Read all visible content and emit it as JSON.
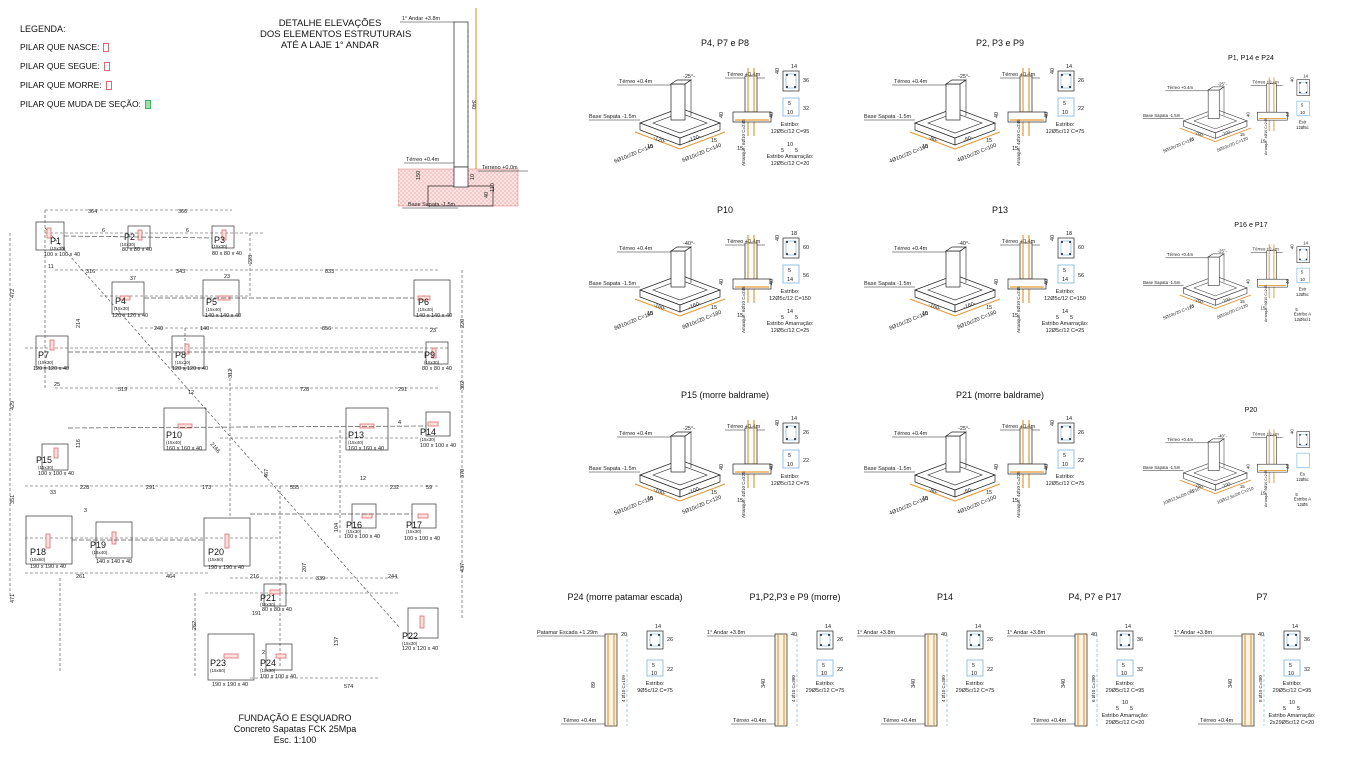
{
  "legend": {
    "title": "LEGENDA:",
    "items": [
      {
        "label": "PILAR QUE NASCE:",
        "color": "#e06b6b"
      },
      {
        "label": "PILAR QUE SEGUE:",
        "color": "#e06b6b"
      },
      {
        "label": "PILAR QUE MORRE:",
        "color": "#e06b6b"
      },
      {
        "label": "PILAR QUE MUDA DE SEÇÃO:",
        "color": "#3cb55e"
      }
    ]
  },
  "elevation_detail": {
    "title_lines": [
      "DETALHE ELEVAÇÕES",
      "DOS ELEMENTOS ESTRUTURAIS",
      "ATÉ A LAJE 1° ANDAR"
    ],
    "levels": {
      "first_floor": "1° Andar +3.8m",
      "ground": "Térreo +0.4m",
      "terrain": "Terreno +0.0m",
      "base": "Base Sapata -1.5m"
    },
    "dims": [
      "340",
      "150",
      "10",
      "110",
      "40"
    ]
  },
  "plan": {
    "caption_lines": [
      "FUNDAÇÃO E ESQUADRO",
      "Concreto Sapatas FCK 25Mpa",
      "Esc. 1:100"
    ],
    "pillars": [
      {
        "name": "P1",
        "size": "100 x 100 x 40",
        "sub": "(15x30)"
      },
      {
        "name": "P2",
        "size": "80 x 80 x 40",
        "sub": "(15x30)"
      },
      {
        "name": "P3",
        "size": "80 x 80 x 40",
        "sub": "(15x30)"
      },
      {
        "name": "P4",
        "size": "120 x 120 x 40",
        "sub": "(15x30)"
      },
      {
        "name": "P5",
        "size": "140 x 140 x 40",
        "sub": "(15x40)"
      },
      {
        "name": "P6",
        "size": "140 x 140 x 40",
        "sub": "(15x40)"
      },
      {
        "name": "P7",
        "size": "120 x 120 x 40",
        "sub": "(15x30)"
      },
      {
        "name": "P8",
        "size": "120 x 120 x 40",
        "sub": "(15x30)"
      },
      {
        "name": "P9",
        "size": "80 x 80 x 40",
        "sub": "(15x30)"
      },
      {
        "name": "P10",
        "size": "160 x 160 x 40",
        "sub": "(15x40)"
      },
      {
        "name": "P13",
        "size": "160 x 160 x 40",
        "sub": "(15x40)"
      },
      {
        "name": "P14",
        "size": "100 x 100 x 40",
        "sub": "(15x30)"
      },
      {
        "name": "P15",
        "size": "100 x 100 x 40",
        "sub": "(15x30)"
      },
      {
        "name": "P16",
        "size": "100 x 100 x 40",
        "sub": "(15x30)"
      },
      {
        "name": "P17",
        "size": "100 x 100 x 40",
        "sub": "(15x30)"
      },
      {
        "name": "P18",
        "size": "190 x 190 x 40",
        "sub": "(15x60)"
      },
      {
        "name": "P19",
        "size": "140 x 140 x 40",
        "sub": "(15x40)"
      },
      {
        "name": "P20",
        "size": "190 x 190 x 40",
        "sub": "(15x60)"
      },
      {
        "name": "P21",
        "size": "80 x 80 x 40",
        "sub": "(15x30)"
      },
      {
        "name": "P22",
        "size": "120 x 120 x 40",
        "sub": "(15x30)"
      },
      {
        "name": "P23",
        "size": "190 x 190 x 40",
        "sub": "(15x60)"
      },
      {
        "name": "P24",
        "size": "100 x 100 x 40",
        "sub": "(15x30)"
      }
    ],
    "dims": [
      "364",
      "366",
      "6",
      "6",
      "11",
      "316",
      "343",
      "833",
      "37",
      "23",
      "228",
      "472",
      "214",
      "240",
      "140",
      "856",
      "23",
      "220",
      "25",
      "519",
      "12",
      "312",
      "728",
      "291",
      "302",
      "429",
      "116",
      "4",
      "2166",
      "228",
      "291",
      "173",
      "467",
      "555",
      "12",
      "232",
      "59",
      "370",
      "33",
      "351",
      "3",
      "104",
      "261",
      "464",
      "216",
      "339",
      "244",
      "437",
      "207",
      "471",
      "191",
      "262",
      "2",
      "137",
      "574"
    ]
  },
  "footings": [
    {
      "title": "P4, P7 e P8",
      "terreo": "Térreo +0.4m",
      "base": "Base Sapata -1.5m",
      "w": "-120-",
      "bars_a": "6Ø10c/20 C=140",
      "bars_b": "6Ø10c/20 C=140",
      "arranque": "Arranque: 6Ø10 C=245",
      "d1": "14",
      "d2": "36",
      "d3": "5",
      "d4": "32",
      "d5": "10",
      "estribo": "Estribo:",
      "estribo_v": "12Ø5c/12 C=95",
      "amarr_d": "10",
      "amarr_d2": "5",
      "amarr_d3": "5",
      "amarracao": "Estribo Amarração:",
      "amarracao_v": "12Ø5c/12 C=20",
      "h": "40",
      "c": "15",
      "ang": "-25°-"
    },
    {
      "title": "P2, P3 e P9",
      "terreo": "Térreo +0.4m",
      "base": "Base Sapata -1.5m",
      "w": "-80-",
      "bars_a": "4Ø10c/20 C=100",
      "bars_b": "4Ø10c/20 C=100",
      "arranque": "Arranque: 4Ø10 C=245",
      "d1": "14",
      "d2": "26",
      "d3": "5",
      "d4": "22",
      "d5": "10",
      "estribo": "Estribo:",
      "estribo_v": "12Ø5c/12 C=75",
      "h": "40",
      "c": "15",
      "ang": "-25°-"
    },
    {
      "title": "P1, P14 e P24",
      "terreo": "Térreo +0.4m",
      "base": "Base Sapata -1.5m",
      "w": "-100-",
      "bars_a": "5Ø10c/20 C=120",
      "bars_b": "5Ø10c/20 C=120",
      "arranque": "Arranque: 4Ø10 C=245",
      "d1": "14",
      "d2": "",
      "d3": "5",
      "d4": "",
      "d5": "10",
      "estribo": "Estr",
      "estribo_v": "12Ø5c",
      "h": "40",
      "c": "15",
      "ang": "-25°-"
    },
    {
      "title": "P10",
      "terreo": "Térreo +0.4m",
      "base": "Base Sapata -1.5m",
      "w": "-160-",
      "bars_a": "8Ø10c/20 C=180",
      "bars_b": "8Ø10c/20 C=180",
      "arranque": "Arranque: 6Ø10 C=245",
      "d1": "18",
      "d2": "60",
      "d3": "5",
      "d4": "56",
      "d5": "14",
      "estribo": "Estribo:",
      "estribo_v": "12Ø5c/12 C=150",
      "amarr_d": "14",
      "amarr_d2": "5",
      "amarr_d3": "5",
      "amarracao": "Estribo Amarração:",
      "amarracao_v": "12Ø5c/12 C=25",
      "h": "40",
      "c": "15",
      "ang": "-40°-"
    },
    {
      "title": "P13",
      "terreo": "Térreo +0.4m",
      "base": "Base Sapata -1.5m",
      "w": "-160-",
      "bars_a": "8Ø10c/20 C=180",
      "bars_b": "8Ø10c/20 C=180",
      "arranque": "Arranque: 6Ø10 C=245",
      "d1": "18",
      "d2": "60",
      "d3": "5",
      "d4": "56",
      "d5": "14",
      "estribo": "Estribo:",
      "estribo_v": "12Ø5c/12 C=150",
      "amarr_d": "14",
      "amarr_d2": "5",
      "amarr_d3": "5",
      "amarracao": "Estribo Amarração:",
      "amarracao_v": "12Ø5c/12 C=25",
      "h": "40",
      "c": "15",
      "ang": "-40°-"
    },
    {
      "title": "P16 e P17",
      "terreo": "Térreo +0.4m",
      "base": "Base Sapata -1.5m",
      "w": "-100-",
      "bars_a": "5Ø10c/20 C=120",
      "bars_b": "5Ø10c/20 C=120",
      "arranque": "Arranque: 6Ø10 C=245",
      "d1": "14",
      "d2": "",
      "d3": "5",
      "d4": "",
      "d5": "10",
      "estribo": "Estr",
      "estribo_v": "12Ø5c",
      "amarr_d": "",
      "amarr_d2": "5",
      "amarr_d3": "",
      "amarracao": "Estribo A",
      "amarracao_v": "12Ø5c/1",
      "h": "40",
      "c": "15",
      "ang": "-25°-"
    },
    {
      "title": "P15  (morre baldrame)",
      "terreo": "Térreo +0.4m",
      "base": "Base Sapata -1.5m",
      "w": "-100-",
      "bars_a": "5Ø10c/20 C=120",
      "bars_b": "5Ø10c/20 C=120",
      "arranque": "Arranque: 4Ø10 C=225",
      "d1": "14",
      "d2": "26",
      "d3": "5",
      "d4": "22",
      "d5": "10",
      "estribo": "Estribo:",
      "estribo_v": "12Ø5c/12 C=75",
      "h": "40",
      "c": "15",
      "ang": "-25°-"
    },
    {
      "title": "P21 (morre baldrame)",
      "terreo": "Térreo +0.4m",
      "base": "Base Sapata -1.5m",
      "w": "-80-",
      "bars_a": "4Ø10c/20 C=100",
      "bars_b": "4Ø10c/20 C=100",
      "arranque": "Arranque: 4Ø10 C=225",
      "d1": "14",
      "d2": "26",
      "d3": "5",
      "d4": "22",
      "d5": "10",
      "estribo": "Estribo:",
      "estribo_v": "12Ø5c/12 C=75",
      "h": "40",
      "c": "15",
      "ang": "-25°-"
    },
    {
      "title": "P20",
      "terreo": "Térreo +0.4m",
      "base": "Base Sapata -1.5m",
      "w": "-190-",
      "bars_a": "10Ø12.5c/20 C=210",
      "bars_b": "10Ø12.5c/20 C=210",
      "arranque": "Arranque: 6Ø10 C=245",
      "d1": "",
      "d2": "",
      "d3": "",
      "d4": "",
      "d5": "",
      "estribo": "Es",
      "estribo_v": "12Ø5c",
      "amarr_d": "",
      "amarr_d2": "5",
      "amarr_d3": "",
      "amarracao": "Estribo A",
      "amarracao_v": "12Ø5",
      "h": "40",
      "c": "15",
      "ang": "-40°-"
    }
  ],
  "columns": [
    {
      "title": "P24 (morre patamar escada)",
      "top": "Patamar Escada +1.29m",
      "bottom": "Térreo +0.4m",
      "h": "89",
      "bars": "4 Ø10 C=109",
      "d_top": "20",
      "d1": "14",
      "d2": "26",
      "d3": "5",
      "d4": "22",
      "d5": "10",
      "estribo": "Estribo:",
      "estribo_v": "9Ø5c/12 C=75"
    },
    {
      "title": "P1,P2,P3 e P9 (morre)",
      "top": "1° Andar +3.8m",
      "bottom": "Térreo +0.4m",
      "h": "340",
      "bars": "4 Ø10 C=380",
      "d_top": "40",
      "d1": "14",
      "d2": "26",
      "d3": "5",
      "d4": "22",
      "d5": "10",
      "estribo": "Estribo:",
      "estribo_v": "29Ø5c/12 C=75"
    },
    {
      "title": "P14",
      "top": "1° Andar +3.8m",
      "bottom": "Térreo +0.4m",
      "h": "340",
      "bars": "4 Ø10 C=380",
      "d_top": "40",
      "d1": "14",
      "d2": "26",
      "d3": "5",
      "d4": "22",
      "d5": "10",
      "estribo": "Estribo:",
      "estribo_v": "29Ø5c/12 C=75"
    },
    {
      "title": "P4, P7 e P17",
      "top": "1° Andar +3.8m",
      "bottom": "Térreo +0.4m",
      "h": "340",
      "bars": "6 Ø10 C=380",
      "d_top": "40",
      "d1": "14",
      "d2": "36",
      "d3": "5",
      "d4": "32",
      "d5": "10",
      "estribo": "Estribo:",
      "estribo_v": "29Ø5c/12 C=95",
      "amarr_d": "10",
      "amarr_d2": "5",
      "amarr_d3": "5",
      "amarracao": "Estribo Amarração:",
      "amarracao_v": "29Ø5c/12 C=20"
    },
    {
      "title": "P7",
      "top": "1° Andar +3.8m",
      "bottom": "Térreo +0.4m",
      "h": "340",
      "bars": "8 Ø10 C=380",
      "d_top": "40",
      "d1": "14",
      "d2": "36",
      "d3": "5",
      "d4": "32",
      "d5": "10",
      "estribo": "Estribo:",
      "estribo_v": "29Ø5c/12 C=95",
      "amarr_d": "10",
      "amarr_d2": "5",
      "amarr_d3": "5",
      "amarracao": "Estribo Amarração:",
      "amarracao_v": "2x29Ø5c/12 C=20"
    }
  ]
}
